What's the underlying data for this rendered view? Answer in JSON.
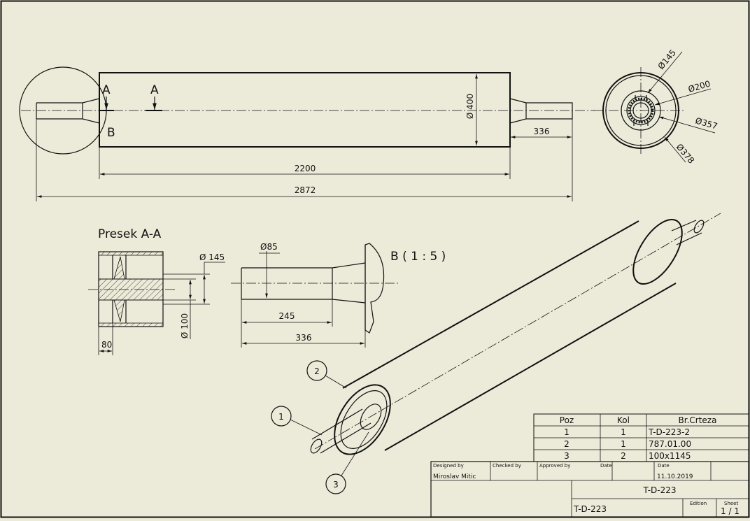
{
  "front_view": {
    "section_label_a1": "A",
    "section_label_a2": "A",
    "detail_label_b": "B",
    "dim_400": "Ø 400",
    "dim_336": "336",
    "dim_2200": "2200",
    "dim_2872": "2872"
  },
  "side_view": {
    "dim_145": "Ø145",
    "dim_200": "Ø200",
    "dim_357": "Ø357",
    "dim_378": "Ø378"
  },
  "section_view": {
    "title": "Presek A-A",
    "dim_145": "Ø 145",
    "dim_100": "Ø 100",
    "dim_80": "80"
  },
  "detail_view": {
    "title": "B ( 1 : 5 )",
    "dim_85": "Ø85",
    "dim_245": "245",
    "dim_336": "336"
  },
  "iso_view": {
    "balloon_1": "1",
    "balloon_2": "2",
    "balloon_3": "3"
  },
  "parts_list": {
    "headers": [
      "Poz",
      "Kol",
      "Br.Crteza"
    ],
    "rows": [
      [
        "1",
        "1",
        "T-D-223-2"
      ],
      [
        "2",
        "1",
        "787.01.00"
      ],
      [
        "3",
        "2",
        "100x1145"
      ]
    ]
  },
  "title_block": {
    "designed_by_label": "Designed by",
    "checked_by_label": "Checked by",
    "approved_by_label": "Approved by",
    "date_label_1": "Date",
    "date_label_2": "Date",
    "designer": "Miroslav Mitic",
    "date": "11.10.2019",
    "title": "T-D-223",
    "drawing_no": "T-D-223",
    "edition_label": "Edition",
    "sheet_label": "Sheet",
    "sheet": "1 / 1"
  }
}
